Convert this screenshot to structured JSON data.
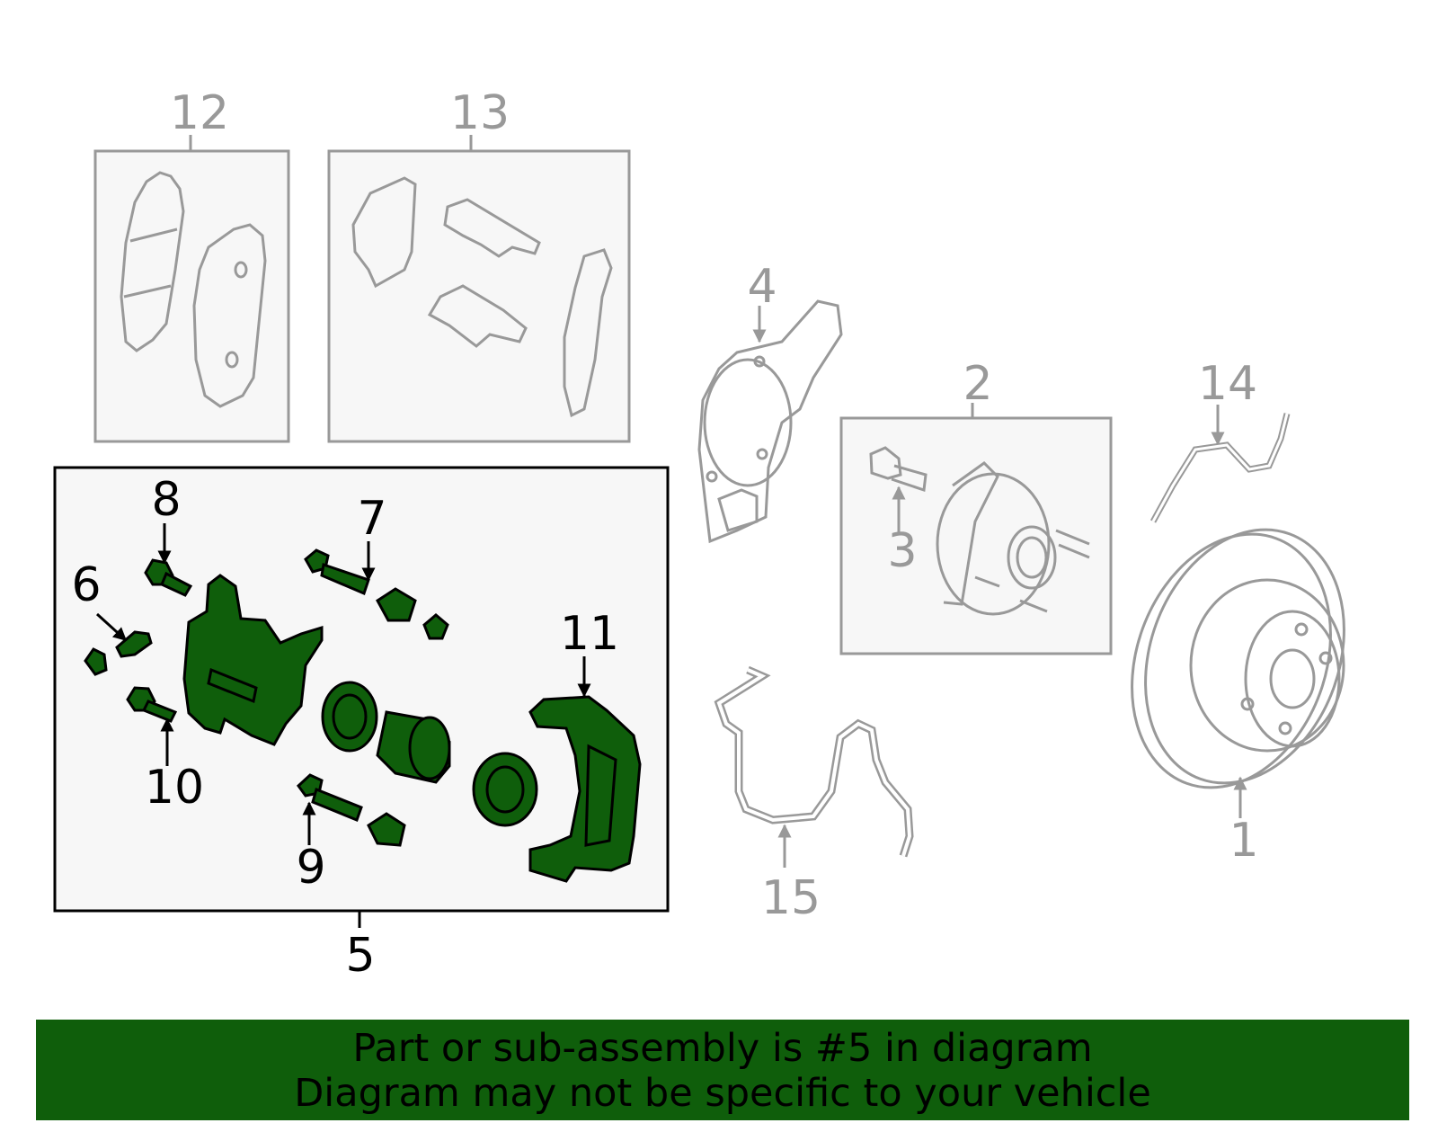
{
  "callouts": {
    "c1": "1",
    "c2": "2",
    "c3": "3",
    "c4": "4",
    "c5": "5",
    "c6": "6",
    "c7": "7",
    "c8": "8",
    "c9": "9",
    "c10": "10",
    "c11": "11",
    "c12": "12",
    "c13": "13",
    "c14": "14",
    "c15": "15"
  },
  "banner": {
    "line1": "Part or sub-assembly is #5 in diagram",
    "line2": "Diagram may not be specific to your vehicle"
  },
  "colors": {
    "highlight": "#0f5e0b",
    "part_outline": "#999999",
    "box_bg": "#f7f7f7",
    "text_black": "#000000"
  }
}
